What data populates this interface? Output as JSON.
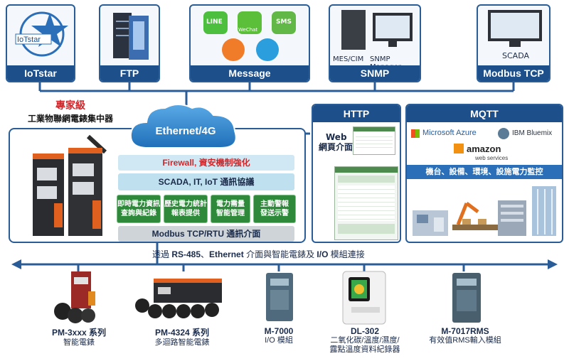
{
  "top_services": [
    {
      "label": "IoTstar",
      "logo_text": "IoTstar"
    },
    {
      "label": "FTP"
    },
    {
      "label": "Message",
      "apps": [
        "LINE",
        "WeChat",
        "SMS"
      ]
    },
    {
      "label": "SNMP",
      "sub_labels": [
        "MES/CIM",
        "SNMP Manager"
      ]
    },
    {
      "label": "Modbus TCP",
      "sub_label": "SCADA"
    }
  ],
  "http": {
    "title": "HTTP",
    "caption_line1": "Web",
    "caption_line2": "網頁介面"
  },
  "mqtt": {
    "title": "MQTT",
    "vendors": [
      "Microsoft Azure",
      "IBM Bluemix",
      "amazon",
      "web services"
    ],
    "caption": "機台、設備、環境、設施電力監控"
  },
  "gateway": {
    "tagline_red": "專家級",
    "tagline": "工業物聯網電錶集中器",
    "cloud_label": "Ethernet/4G",
    "features": {
      "firewall": "Firewall, 資安機制強化",
      "protocols": "SCADA, IT, IoT 通訊協議",
      "functions": [
        {
          "line1": "即時電力資訊",
          "line2": "查詢與紀錄"
        },
        {
          "line1": "歷史電力統計",
          "line2": "報表提供"
        },
        {
          "line1": "電力需量",
          "line2": "智能管理"
        },
        {
          "line1": "主動警報",
          "line2": "發送示警"
        }
      ],
      "interface": "Modbus TCP/RTU 通訊介面"
    }
  },
  "bus": {
    "prefix": "透過 ",
    "rs485": "RS-485",
    "mid1": "、",
    "ethernet": "Ethernet",
    "mid2": " 介面與智能電錶及 ",
    "io": "I/O",
    "suffix": " 模組連接"
  },
  "devices": [
    {
      "name": "PM-3xxx 系列",
      "desc": "智能電錶"
    },
    {
      "name": "PM-4324 系列",
      "desc": "多迴路智能電錶"
    },
    {
      "name": "M-7000",
      "desc": "I/O 模組"
    },
    {
      "name": "DL-302",
      "desc_lines": [
        "二氧化碳/溫度/濕度/",
        "露點溫度資料紀錄器"
      ]
    },
    {
      "name": "M-7017RMS",
      "desc": "有效值RMS輸入模組"
    }
  ],
  "colors": {
    "brand_blue": "#1d4f8a",
    "accent_red": "#d0262a",
    "feature_green": "#2e8a3a"
  }
}
